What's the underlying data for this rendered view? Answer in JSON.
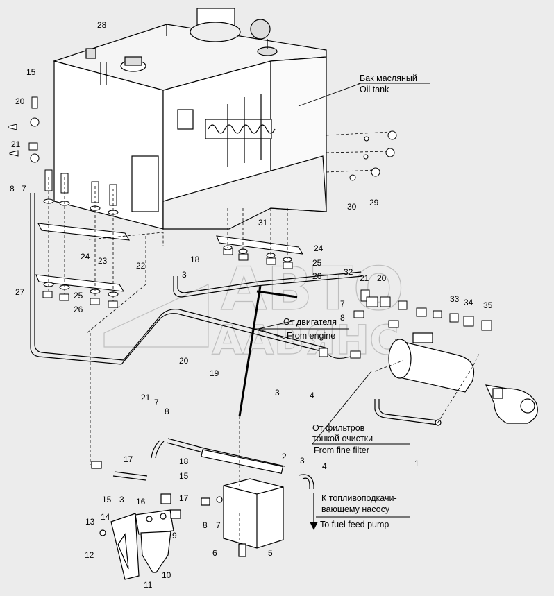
{
  "watermark": {
    "line1": "АВТО",
    "line2": "ААВЯНС"
  },
  "callouts": {
    "oil_tank_ru": "Бак масляный",
    "oil_tank_en": "Oil tank",
    "from_engine_ru": "От двигателя",
    "from_engine_en": "From engine",
    "fine_filter_ru1": "От фильтров",
    "fine_filter_ru2": "тонкой очистки",
    "fine_filter_en": "From fine filter",
    "fuel_pump_ru1": "К топливоподкачи-",
    "fuel_pump_ru2": "вающему насосу",
    "fuel_pump_en": "To fuel feed pump"
  },
  "part_labels": [
    {
      "id": "28",
      "text": "28"
    },
    {
      "id": "15a",
      "text": "15"
    },
    {
      "id": "20a",
      "text": "20"
    },
    {
      "id": "21a",
      "text": "21"
    },
    {
      "id": "8a",
      "text": "8"
    },
    {
      "id": "7a",
      "text": "7"
    },
    {
      "id": "30",
      "text": "30"
    },
    {
      "id": "29",
      "text": "29"
    },
    {
      "id": "31",
      "text": "31"
    },
    {
      "id": "24a",
      "text": "24"
    },
    {
      "id": "25a",
      "text": "25"
    },
    {
      "id": "26a",
      "text": "26"
    },
    {
      "id": "23",
      "text": "23"
    },
    {
      "id": "22",
      "text": "22"
    },
    {
      "id": "18a",
      "text": "18"
    },
    {
      "id": "3a",
      "text": "3"
    },
    {
      "id": "24b",
      "text": "24"
    },
    {
      "id": "25b",
      "text": "25"
    },
    {
      "id": "26b",
      "text": "26"
    },
    {
      "id": "27",
      "text": "27"
    },
    {
      "id": "32",
      "text": "32"
    },
    {
      "id": "21b",
      "text": "21"
    },
    {
      "id": "20b",
      "text": "20"
    },
    {
      "id": "7b",
      "text": "7"
    },
    {
      "id": "8b",
      "text": "8"
    },
    {
      "id": "33",
      "text": "33"
    },
    {
      "id": "34",
      "text": "34"
    },
    {
      "id": "35",
      "text": "35"
    },
    {
      "id": "20c",
      "text": "20"
    },
    {
      "id": "19",
      "text": "19"
    },
    {
      "id": "3b",
      "text": "3"
    },
    {
      "id": "4a",
      "text": "4"
    },
    {
      "id": "21c",
      "text": "21"
    },
    {
      "id": "7c",
      "text": "7"
    },
    {
      "id": "8c",
      "text": "8"
    },
    {
      "id": "1",
      "text": "1"
    },
    {
      "id": "2",
      "text": "2"
    },
    {
      "id": "17a",
      "text": "17"
    },
    {
      "id": "18b",
      "text": "18"
    },
    {
      "id": "3c",
      "text": "3"
    },
    {
      "id": "4b",
      "text": "4"
    },
    {
      "id": "15b",
      "text": "15"
    },
    {
      "id": "15c",
      "text": "15"
    },
    {
      "id": "3d",
      "text": "3"
    },
    {
      "id": "16",
      "text": "16"
    },
    {
      "id": "17b",
      "text": "17"
    },
    {
      "id": "13",
      "text": "13"
    },
    {
      "id": "14",
      "text": "14"
    },
    {
      "id": "9",
      "text": "9"
    },
    {
      "id": "8d",
      "text": "8"
    },
    {
      "id": "7d",
      "text": "7"
    },
    {
      "id": "12",
      "text": "12"
    },
    {
      "id": "11",
      "text": "11"
    },
    {
      "id": "10",
      "text": "10"
    },
    {
      "id": "6",
      "text": "6"
    },
    {
      "id": "5",
      "text": "5"
    }
  ]
}
